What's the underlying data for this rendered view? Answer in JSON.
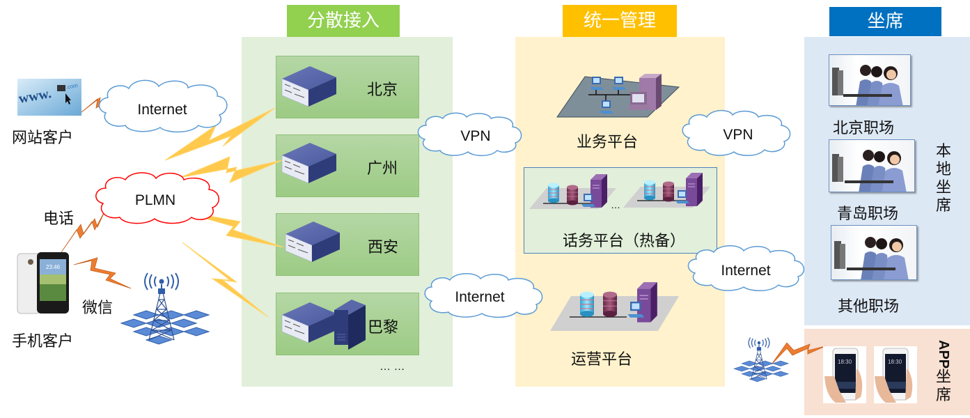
{
  "title": "呼叫中心分布式部署架构示意图",
  "columns": {
    "access": {
      "header": "分散接入",
      "color": "#92d050",
      "bg": "#e2efda"
    },
    "management": {
      "header": "统一管理",
      "color": "#ffc000",
      "bg": "#fff2cc"
    },
    "seats": {
      "header": "坐席",
      "color": "#0070c0",
      "bg": "#dde8f5"
    }
  },
  "clients": {
    "web": {
      "label": "网站客户",
      "icon": "web-browser-url-icon"
    },
    "mobile": {
      "label": "手机客户",
      "icon": "smartphone-icon"
    },
    "phone_link": "电话",
    "wechat_link": "微信"
  },
  "client_clouds": {
    "internet": "Internet",
    "plmn": "PLMN"
  },
  "access_nodes": [
    {
      "city": "北京"
    },
    {
      "city": "广州"
    },
    {
      "city": "西安"
    },
    {
      "city": "巴黎"
    }
  ],
  "access_more": "… …",
  "links": {
    "access_to_mgmt_vpn": "VPN",
    "access_to_mgmt_internet": "Internet",
    "mgmt_to_seat_vpn": "VPN",
    "mgmt_to_seat_internet": "Internet"
  },
  "platforms": {
    "business": "业务平台",
    "call": "话务平台（热备）",
    "call_more": "…",
    "operations": "运营平台"
  },
  "seat_sites": [
    {
      "label": "北京职场"
    },
    {
      "label": "青岛职场"
    },
    {
      "label": "其他职场"
    }
  ],
  "local_seat_label": "本地坐席",
  "app_seat_label_latin": "APP",
  "app_seat_label_cjk": "坐席",
  "colors": {
    "bolt_orange": "#ed7d31",
    "bolt_yellow": "#ffc94d",
    "cloud_blue": "#5b9bd5",
    "cloud_red": "#ff0000",
    "server_blue": "#4a5a9f"
  }
}
